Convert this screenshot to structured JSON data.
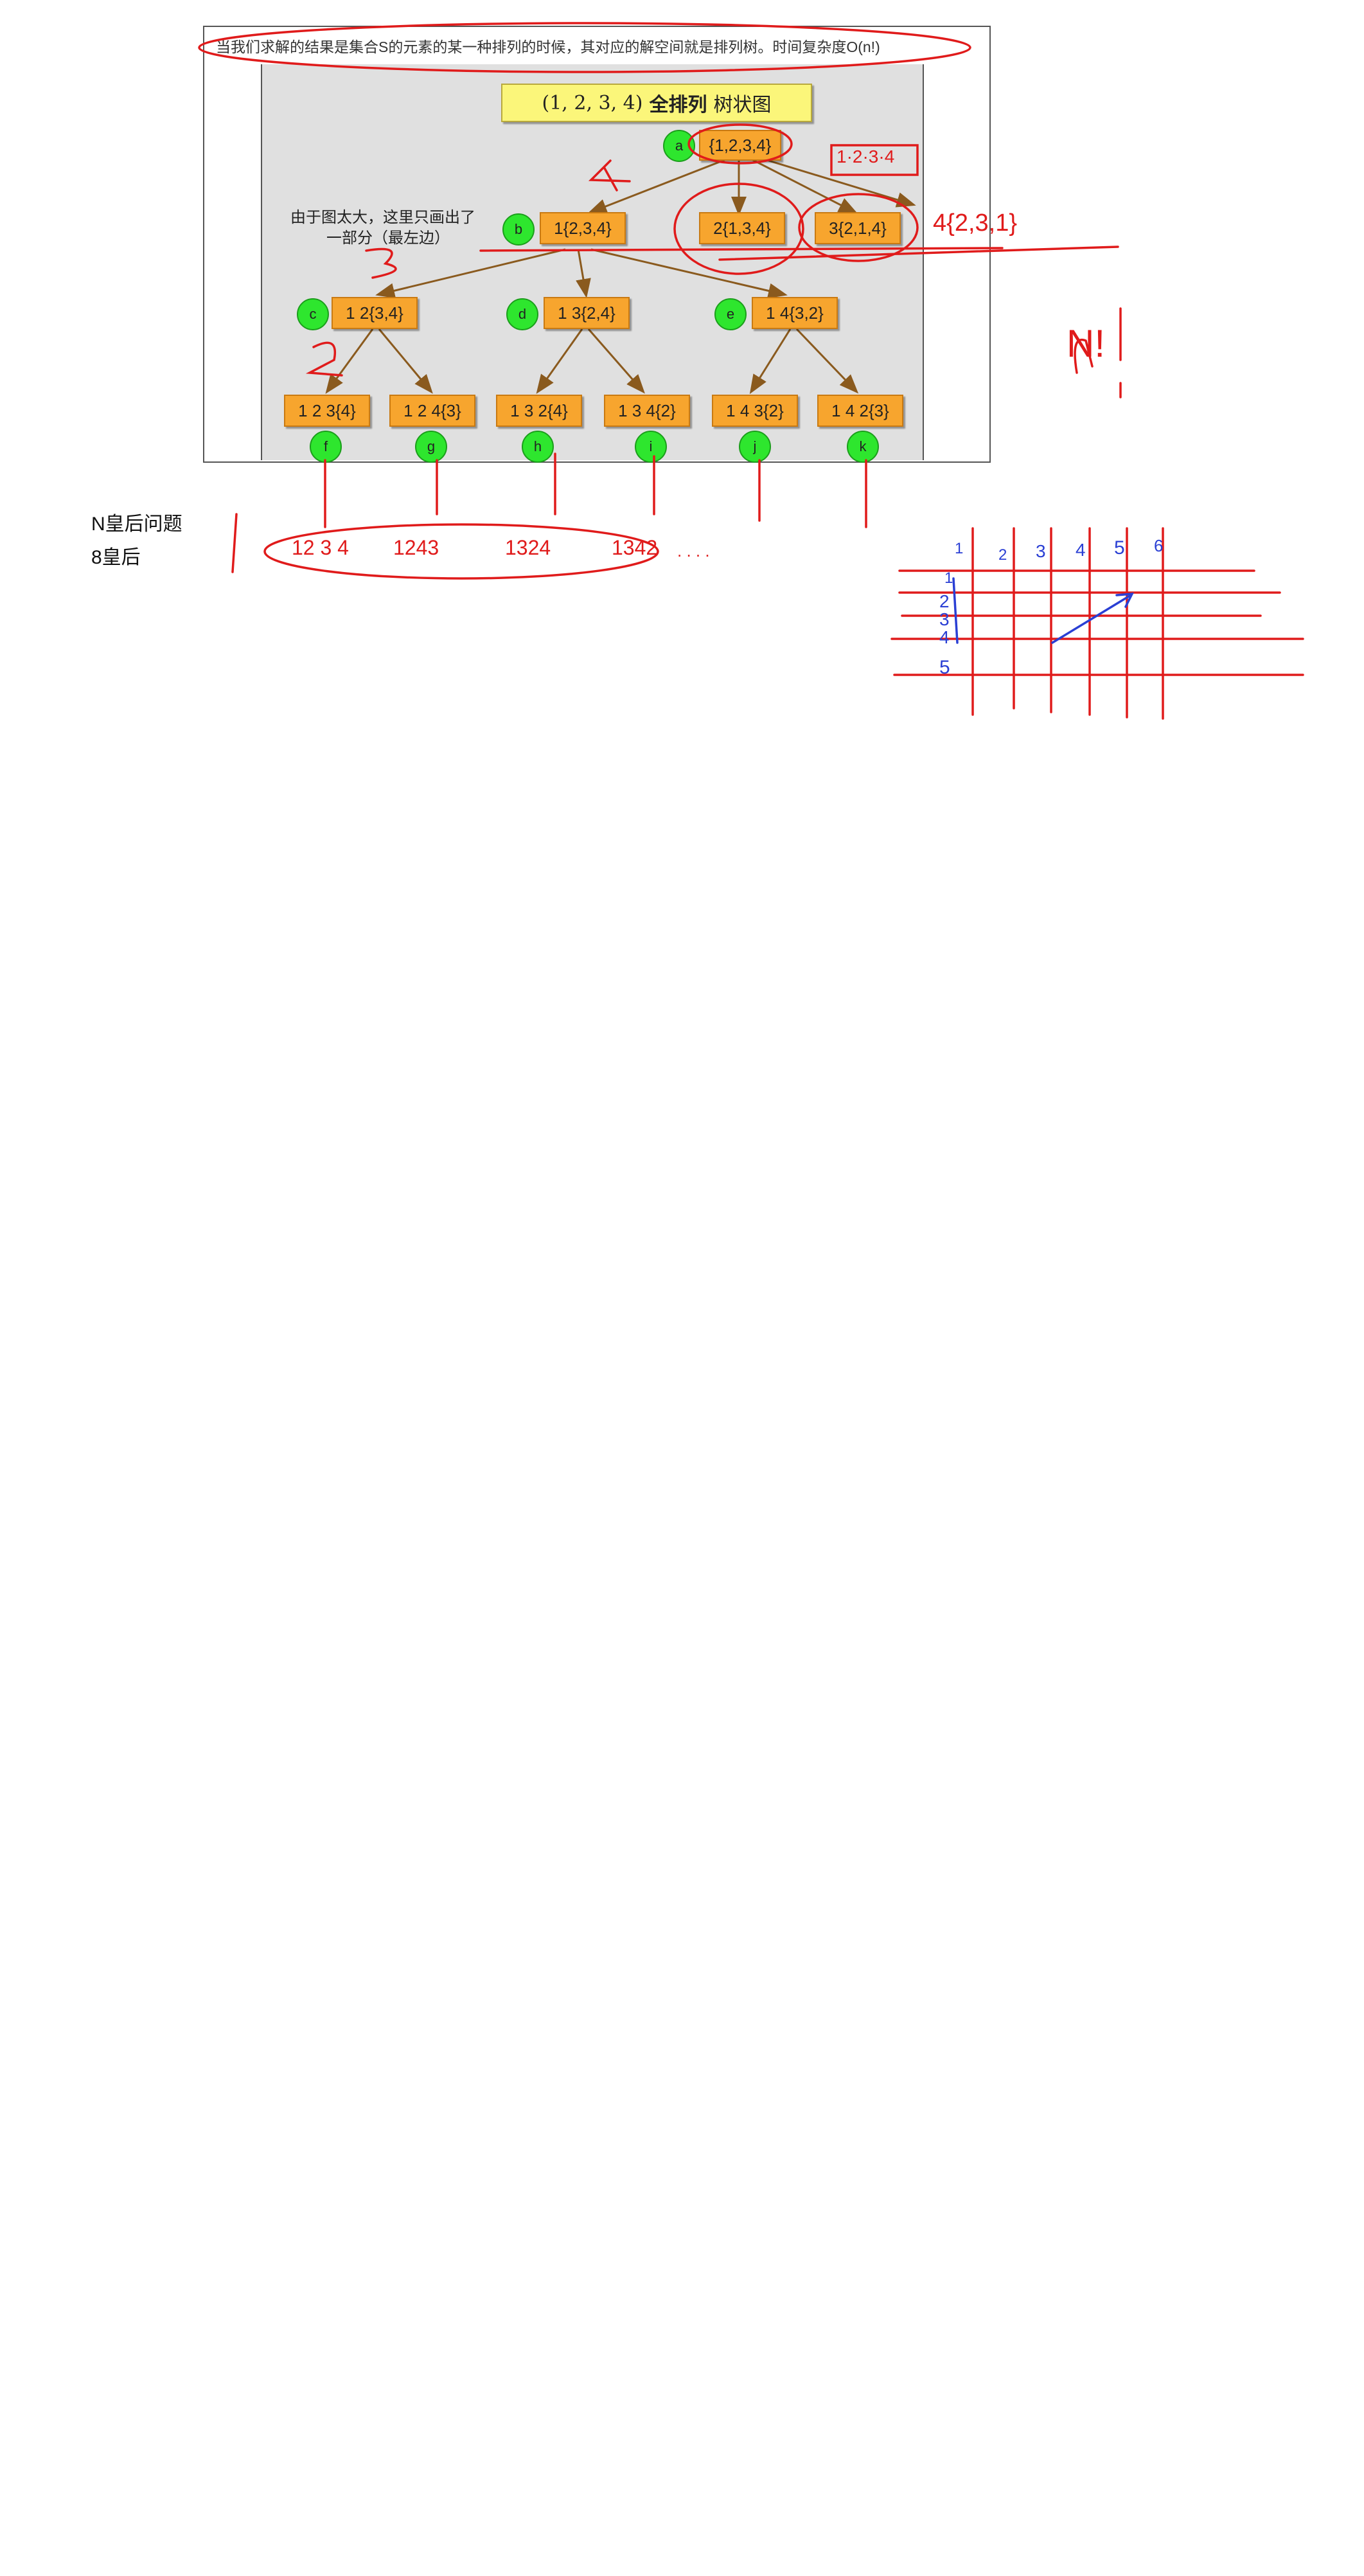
{
  "header_sentence": "当我们求解的结果是集合S的元素的某一种排列的时候，其对应的解空间就是排列树。时间复杂度O(n!)",
  "diagram_title": {
    "prefix": "(1, 2, 3, 4)",
    "bold": "全排列",
    "suffix": "树状图"
  },
  "side_note_line1": "由于图太大，这里只画出了",
  "side_note_line2": "一部分（最左边）",
  "nodes": {
    "a": {
      "label": "a",
      "box": "{1,2,3,4}"
    },
    "b": {
      "label": "b",
      "box": "1{2,3,4}"
    },
    "b2": {
      "box": "2{1,3,4}"
    },
    "b3": {
      "box": "3{2,1,4}"
    },
    "c": {
      "label": "c",
      "box": "1 2{3,4}"
    },
    "d": {
      "label": "d",
      "box": "1 3{2,4}"
    },
    "e": {
      "label": "e",
      "box": "1 4{3,2}"
    },
    "f": {
      "label": "f",
      "box": "1 2 3{4}"
    },
    "g": {
      "label": "g",
      "box": "1 2 4{3}"
    },
    "h": {
      "label": "h",
      "box": "1 3 2{4}"
    },
    "i": {
      "label": "i",
      "box": "1 3 4{2}"
    },
    "j": {
      "label": "j",
      "box": "1 4 3{2}"
    },
    "k": {
      "label": "k",
      "box": "1 4 2{3}"
    }
  },
  "notes": {
    "n_queen": "N皇后问题",
    "eight_queen": "8皇后"
  },
  "handwritten": {
    "perms": [
      "12 3 4",
      "1243",
      "1324",
      "1342",
      ". . . ."
    ],
    "top_right_box": "1·2·3·4",
    "right_annot": "4{2,3,1}",
    "n_fact": "N!",
    "grid_cols": [
      "1",
      "2",
      "3",
      "4",
      "5",
      "6"
    ],
    "grid_rows": [
      "1",
      "2",
      "3",
      "4",
      "5"
    ]
  }
}
